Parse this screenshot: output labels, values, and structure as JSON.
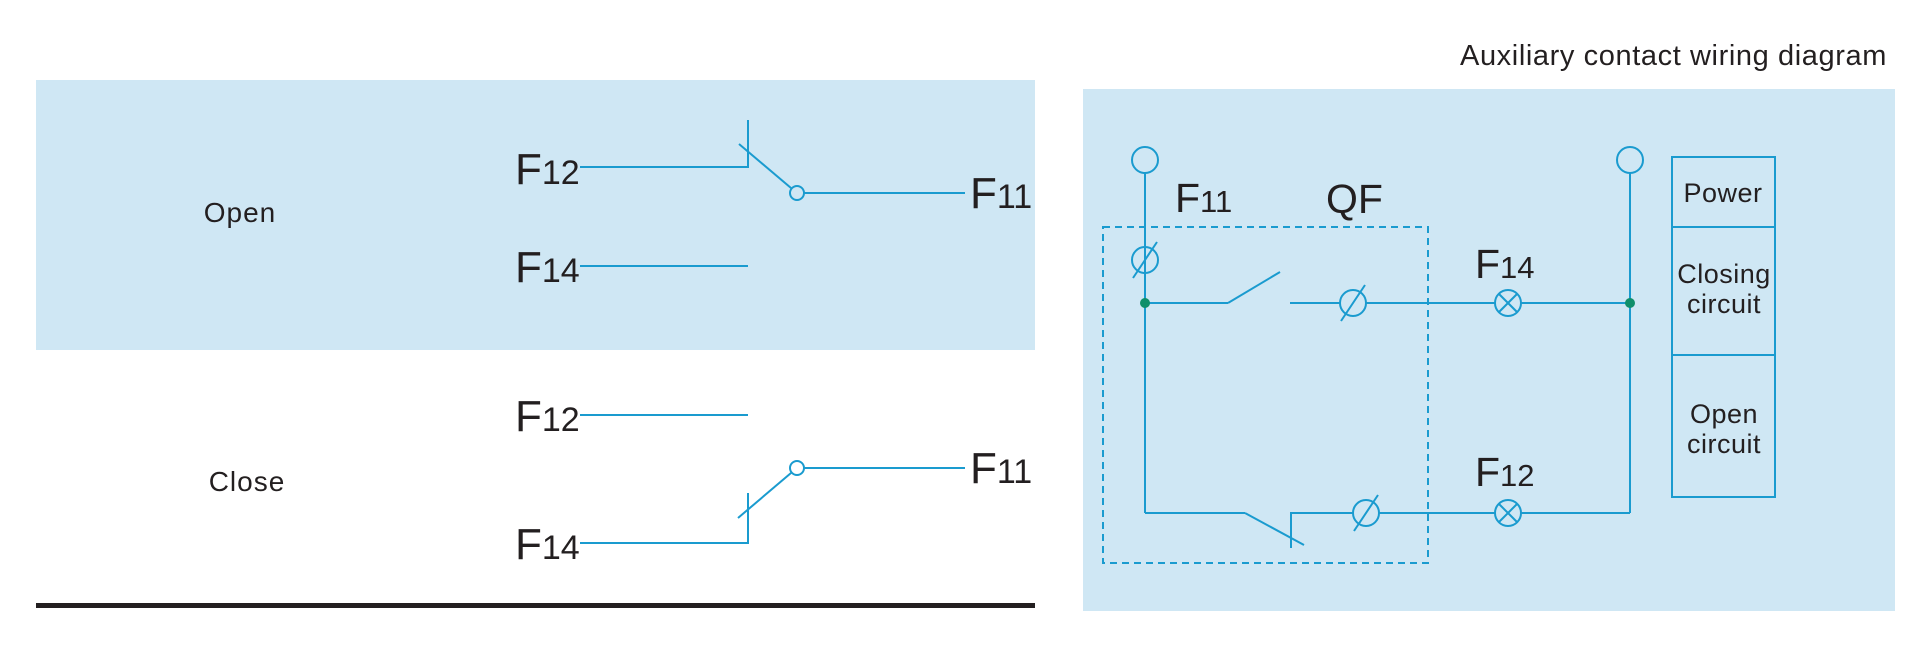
{
  "title": "Auxiliary contact wiring diagram",
  "colors": {
    "panel": "#cfe7f4",
    "wire": "#1a9bcf",
    "node": "#0f8f6a",
    "text": "#231f20",
    "rule": "#231f20"
  },
  "states": {
    "open": {
      "label": "Open",
      "terminals": {
        "f12": {
          "letter": "F",
          "num": "12"
        },
        "f14": {
          "letter": "F",
          "num": "14"
        },
        "f11": {
          "letter": "F",
          "num": "11"
        }
      }
    },
    "close": {
      "label": "Close",
      "terminals": {
        "f12": {
          "letter": "F",
          "num": "12"
        },
        "f14": {
          "letter": "F",
          "num": "14"
        },
        "f11": {
          "letter": "F",
          "num": "11"
        }
      }
    }
  },
  "circuit": {
    "switch_label": {
      "letter": "F",
      "num": "11"
    },
    "breaker_label": "QF",
    "lamp_upper": {
      "letter": "F",
      "num": "14"
    },
    "lamp_lower": {
      "letter": "F",
      "num": "12"
    },
    "legend": {
      "power": "Power",
      "closing": [
        "Closing",
        "circuit"
      ],
      "open": [
        "Open",
        "circuit"
      ]
    }
  }
}
